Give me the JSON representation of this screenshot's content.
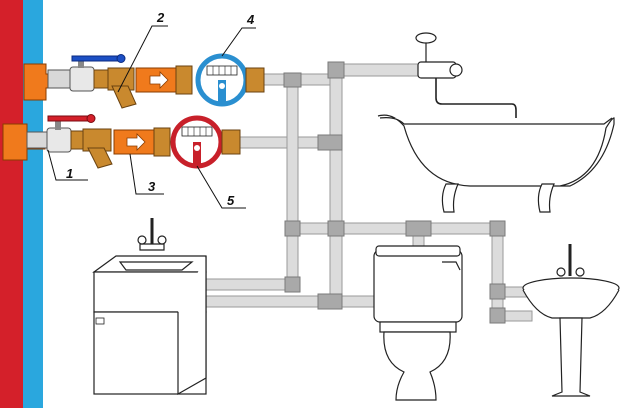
{
  "callouts": {
    "c1": "1",
    "c2": "2",
    "c3": "3",
    "c4": "4",
    "c5": "5"
  },
  "colors": {
    "hot_riser": "#d4202a",
    "cold_riser": "#2aa7de",
    "fittings": "#f07a1c",
    "distribution_pipes": "#d9d9d9",
    "cold_meter": "#2a8fd0",
    "hot_meter": "#c8202a"
  },
  "icons": [
    "ball-valve-icon",
    "strainer-icon",
    "check-valve-icon",
    "water-meter-icon",
    "flow-arrow-icon"
  ]
}
